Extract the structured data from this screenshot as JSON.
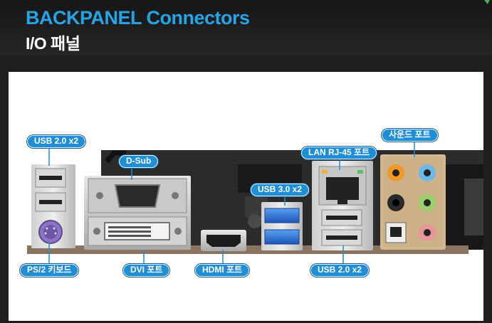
{
  "header": {
    "title_en": "BACKPANEL Connectors",
    "title_ko": "I/O 패널"
  },
  "photo": {
    "subject": "motherboard back panel I/O",
    "callouts": {
      "usb20_left": "USB 2.0 x2",
      "dsub": "D-Sub",
      "lan": "LAN RJ-45 포트",
      "sound": "사운드 포트",
      "usb30": "USB 3.0 x2",
      "ps2": "PS/2 키보드",
      "dvi": "DVI 포트",
      "hdmi": "HDMI 포트",
      "usb20_right": "USB 2.0 x2"
    }
  },
  "colors": {
    "title_blue": "#27a4e6",
    "callout_blue": "#1f8ed6",
    "usb3_blue": "#2a6fd8",
    "ps2_purple": "#8e74c8"
  }
}
